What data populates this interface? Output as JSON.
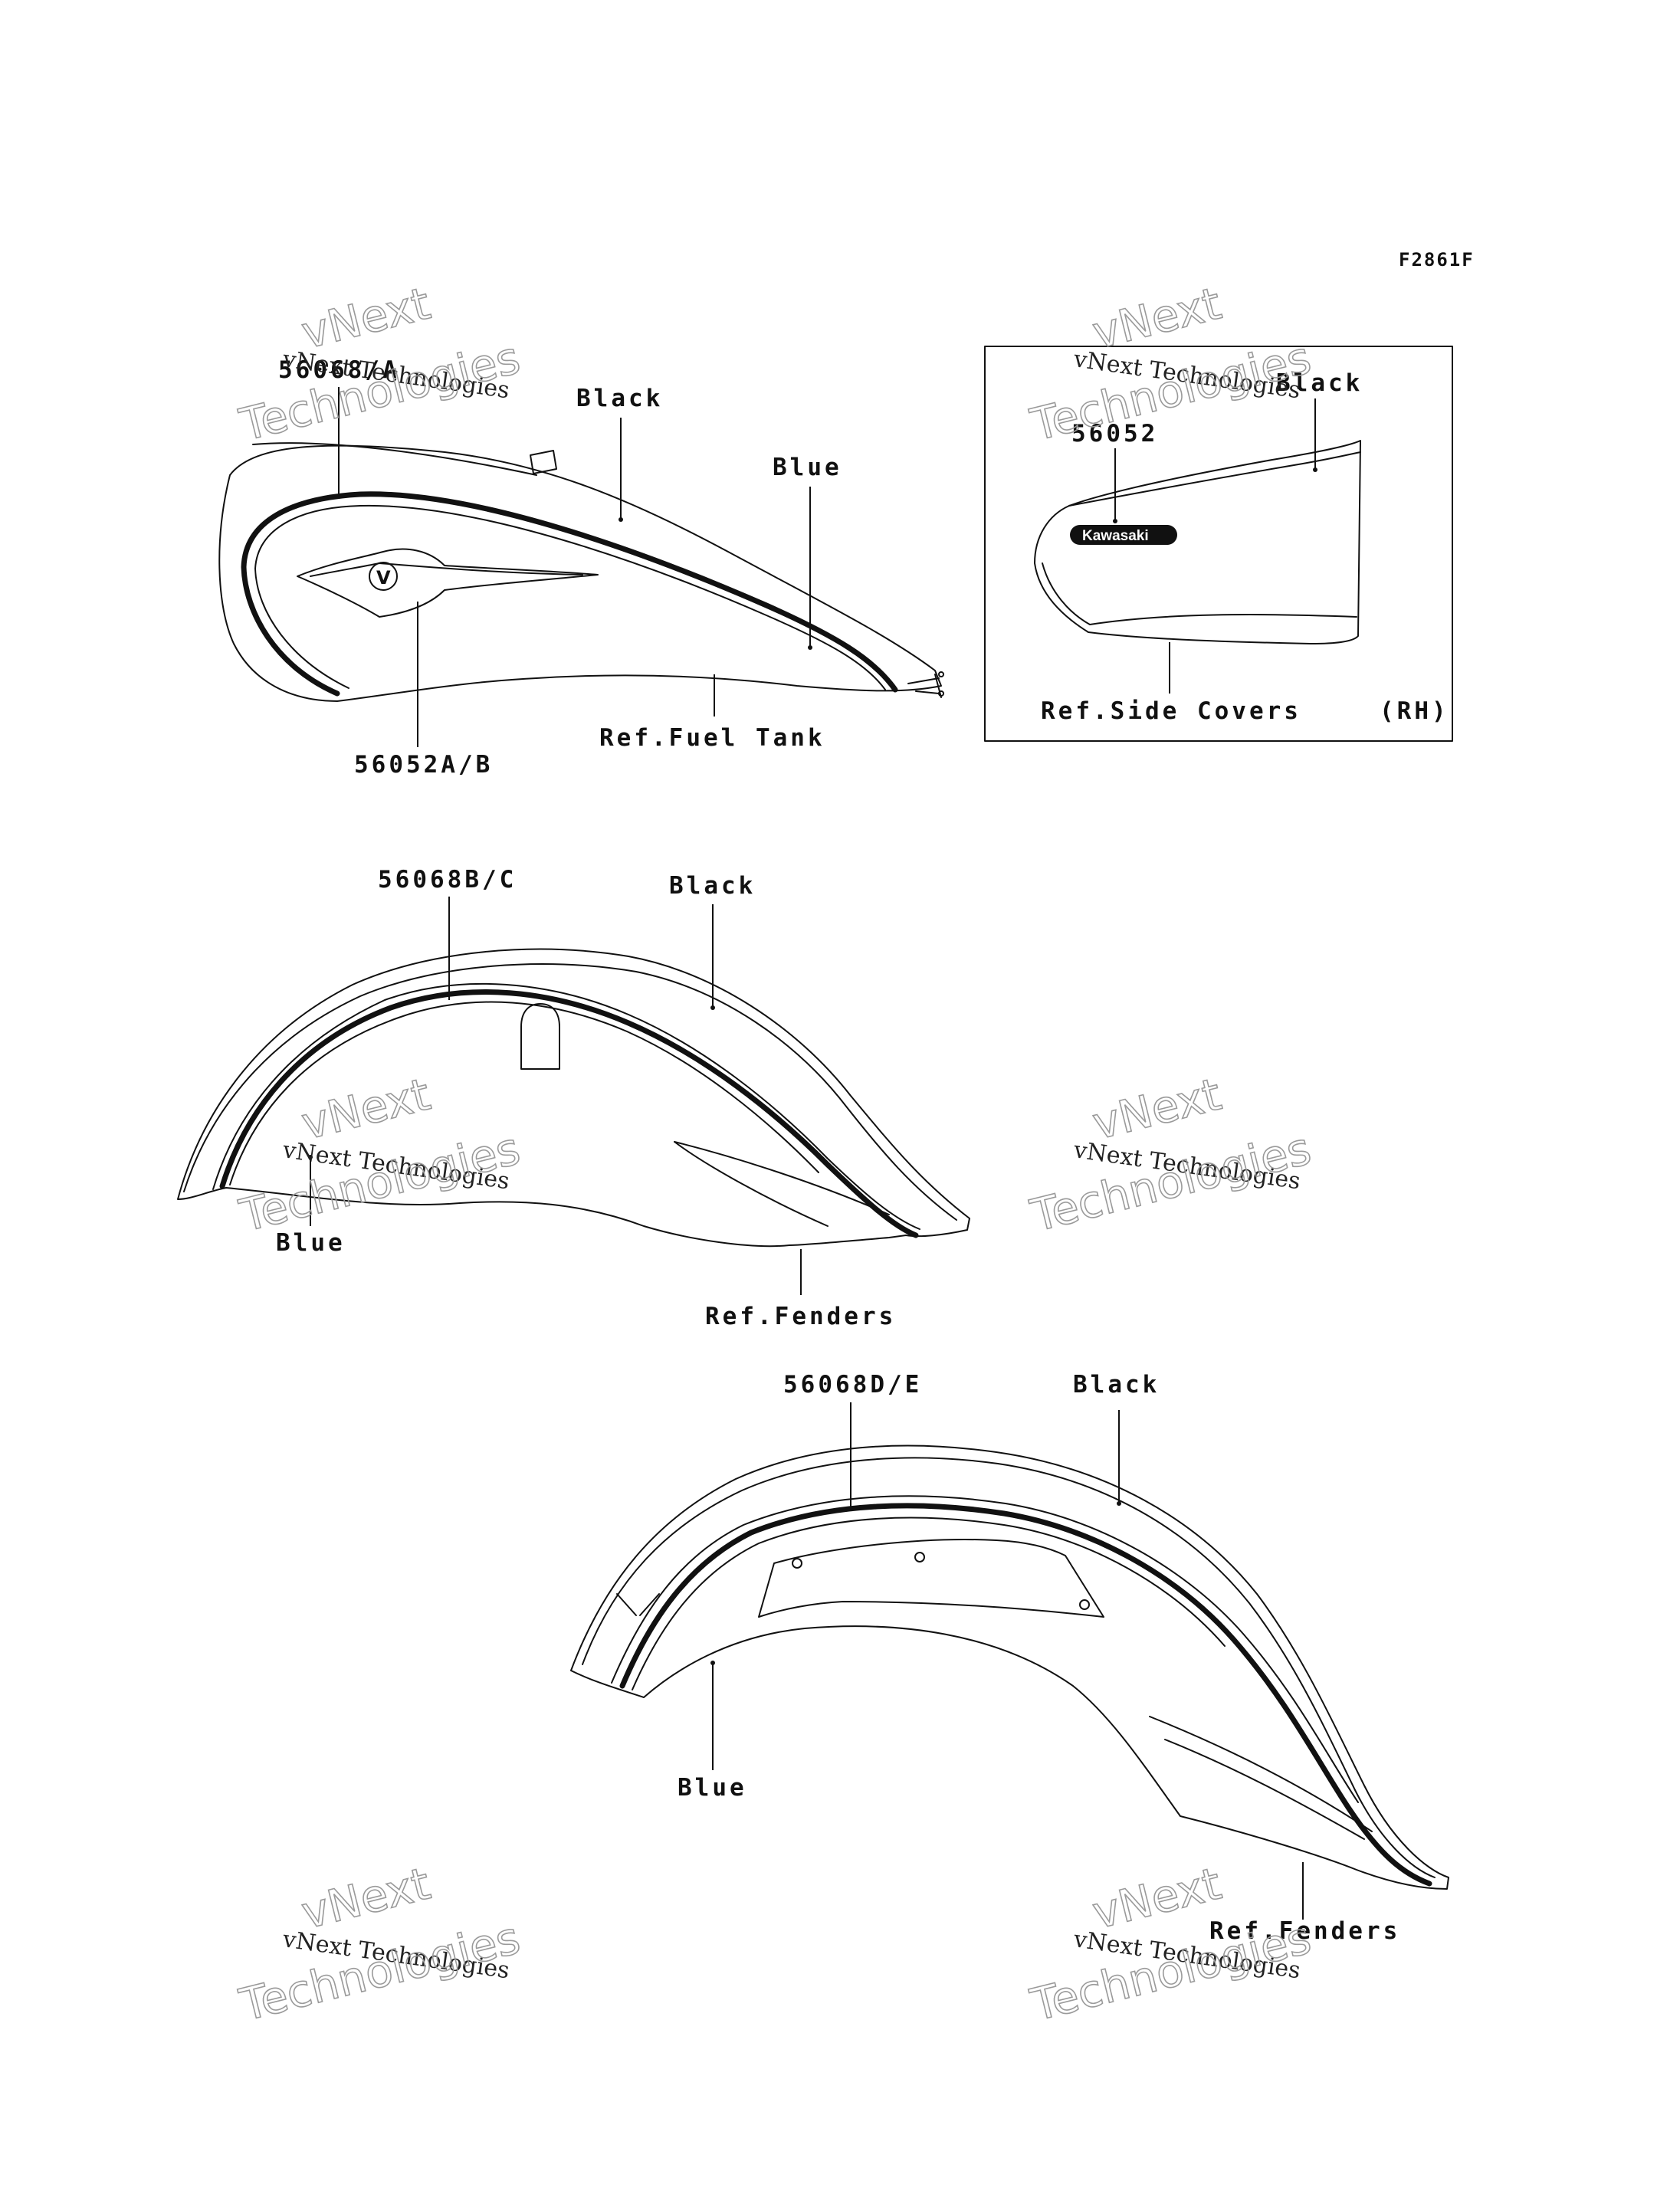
{
  "figure_code": "F2861F",
  "watermark": {
    "line1": "vNext",
    "line2": "Technologies",
    "small": "vNext Technologies"
  },
  "fuel_tank": {
    "part_stripe": "56068/A",
    "part_emblem": "56052A/B",
    "color_black": "Black",
    "color_blue": "Blue",
    "reference": "Ref.Fuel Tank"
  },
  "side_cover": {
    "part": "56052",
    "color": "Black",
    "logo": "Kawasaki",
    "reference": "Ref.Side Covers",
    "side": "(RH)"
  },
  "front_fender": {
    "part": "56068B/C",
    "color_black": "Black",
    "color_blue": "Blue",
    "reference": "Ref.Fenders"
  },
  "rear_fender": {
    "part": "56068D/E",
    "color_black": "Black",
    "color_blue": "Blue",
    "reference": "Ref.Fenders"
  }
}
